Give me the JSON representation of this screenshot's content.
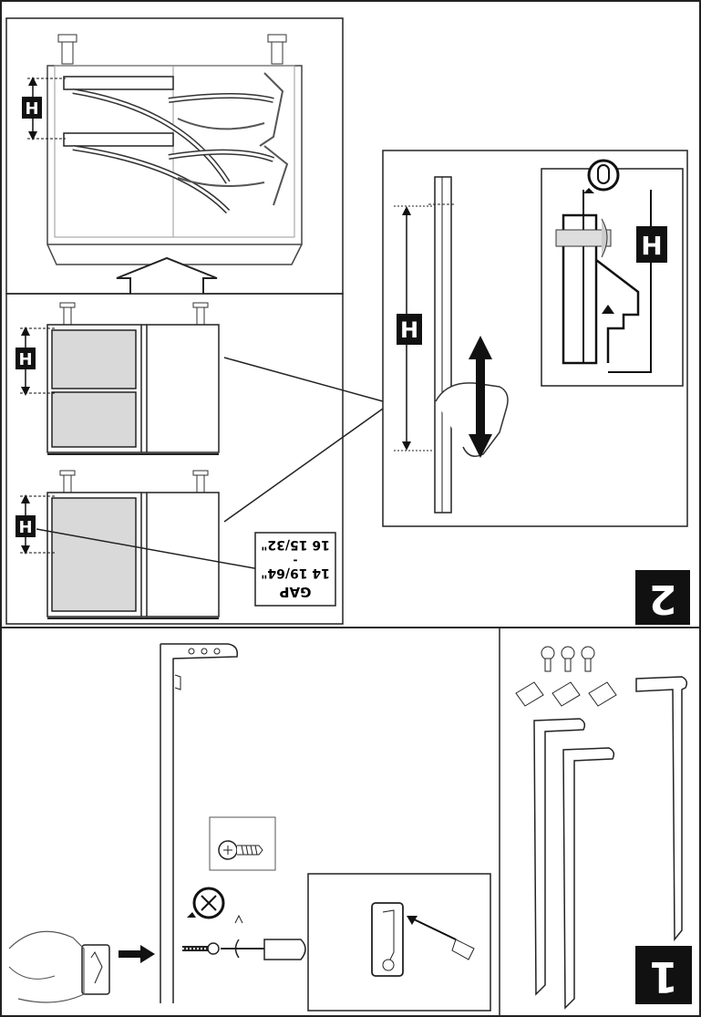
{
  "step2": {
    "number": "2",
    "height_label": "H",
    "gap": {
      "title": "GAP",
      "line1": "14 19/64\"",
      "dash": "-",
      "line2": "16 15/32\""
    }
  },
  "step1": {
    "number": "1"
  },
  "icons": [
    "arrow-up-icon",
    "rotate-icon",
    "screw-icon",
    "no-power-tool-icon",
    "hand-icon",
    "double-arrow-icon"
  ],
  "colors": {
    "line": "#222222",
    "fill_gray": "#d9d9d9",
    "label_bg": "#111111"
  }
}
